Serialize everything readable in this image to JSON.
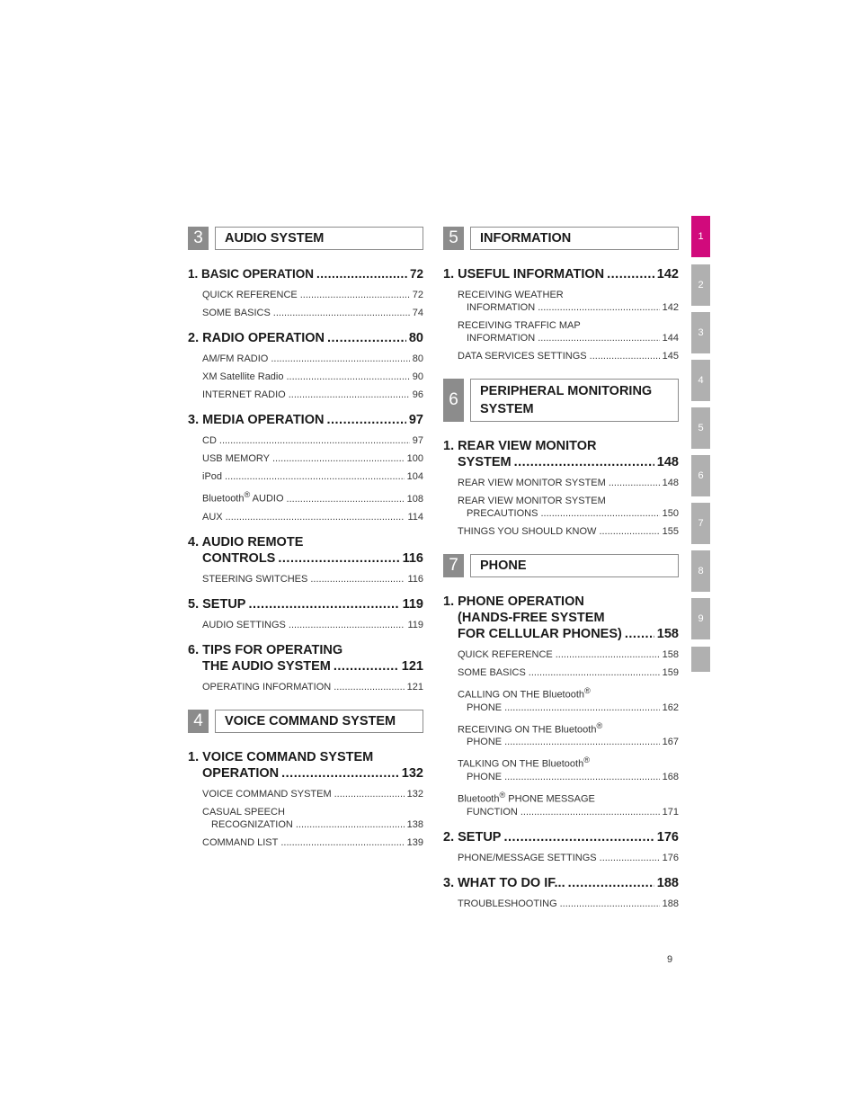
{
  "page_number": "9",
  "tabs": [
    "1",
    "2",
    "3",
    "4",
    "5",
    "6",
    "7",
    "8",
    "9"
  ],
  "sections": {
    "s3": {
      "num": "3",
      "title": "AUDIO SYSTEM",
      "c1": {
        "label": "1. BASIC OPERATION",
        "page": "72"
      },
      "c1e1": {
        "label": "QUICK REFERENCE",
        "page": "72"
      },
      "c1e2": {
        "label": "SOME BASICS",
        "page": "74"
      },
      "c2": {
        "label": "2. RADIO OPERATION",
        "page": "80"
      },
      "c2e1": {
        "label": "AM/FM RADIO",
        "page": "80"
      },
      "c2e2": {
        "label": "XM Satellite Radio",
        "page": "90"
      },
      "c2e3": {
        "label": "INTERNET RADIO",
        "page": "96"
      },
      "c3": {
        "label": "3. MEDIA OPERATION",
        "page": "97"
      },
      "c3e1": {
        "label": "CD",
        "page": "97"
      },
      "c3e2": {
        "label": "USB MEMORY",
        "page": "100"
      },
      "c3e3": {
        "label": "iPod",
        "page": "104"
      },
      "c3e4": {
        "label_pre": "Bluetooth",
        "sup": "®",
        "label_post": " AUDIO",
        "page": "108"
      },
      "c3e5": {
        "label": "AUX",
        "page": "114"
      },
      "c4": {
        "line1": "4. AUDIO REMOTE",
        "line2": "CONTROLS",
        "page": "116"
      },
      "c4e1": {
        "label": "STEERING SWITCHES",
        "page": "116"
      },
      "c5": {
        "label": "5. SETUP",
        "page": "119"
      },
      "c5e1": {
        "label": "AUDIO SETTINGS",
        "page": "119"
      },
      "c6": {
        "line1": "6. TIPS FOR OPERATING",
        "line2": "THE AUDIO SYSTEM",
        "page": "121"
      },
      "c6e1": {
        "label": "OPERATING INFORMATION",
        "page": "121"
      }
    },
    "s4": {
      "num": "4",
      "title": "VOICE COMMAND SYSTEM",
      "c1": {
        "line1": "1. VOICE COMMAND SYSTEM",
        "line2": "OPERATION",
        "page": "132"
      },
      "c1e1": {
        "label": "VOICE COMMAND SYSTEM",
        "page": "132"
      },
      "c1e2": {
        "line1": "CASUAL SPEECH",
        "line2": "RECOGNIZATION",
        "page": "138"
      },
      "c1e3": {
        "label": "COMMAND LIST",
        "page": "139"
      }
    },
    "s5": {
      "num": "5",
      "title": "INFORMATION",
      "c1": {
        "label": "1. USEFUL INFORMATION",
        "page": "142"
      },
      "c1e1": {
        "line1": "RECEIVING WEATHER",
        "line2": "INFORMATION",
        "page": "142"
      },
      "c1e2": {
        "line1": "RECEIVING TRAFFIC MAP",
        "line2": "INFORMATION",
        "page": "144"
      },
      "c1e3": {
        "label": "DATA SERVICES SETTINGS",
        "page": "145"
      }
    },
    "s6": {
      "num": "6",
      "title_line1": "PERIPHERAL MONITORING",
      "title_line2": "SYSTEM",
      "c1": {
        "line1": "1. REAR VIEW MONITOR",
        "line2": "SYSTEM",
        "page": "148"
      },
      "c1e1": {
        "label": "REAR VIEW MONITOR SYSTEM",
        "page": "148"
      },
      "c1e2": {
        "line1": "REAR VIEW MONITOR SYSTEM",
        "line2": "PRECAUTIONS",
        "page": "150"
      },
      "c1e3": {
        "label": "THINGS YOU SHOULD KNOW",
        "page": "155"
      }
    },
    "s7": {
      "num": "7",
      "title": "PHONE",
      "c1": {
        "line1": "1. PHONE OPERATION",
        "line2": "(HANDS-FREE SYSTEM",
        "line3": "FOR CELLULAR PHONES)",
        "page": "158"
      },
      "c1e1": {
        "label": "QUICK REFERENCE",
        "page": "158"
      },
      "c1e2": {
        "label": "SOME BASICS",
        "page": "159"
      },
      "c1e3": {
        "line1_pre": "CALLING ON THE Bluetooth",
        "sup": "®",
        "line2": "PHONE",
        "page": "162"
      },
      "c1e4": {
        "line1_pre": "RECEIVING ON THE Bluetooth",
        "sup": "®",
        "line2": "PHONE",
        "page": "167"
      },
      "c1e5": {
        "line1_pre": "TALKING ON THE Bluetooth",
        "sup": "®",
        "line2": "PHONE",
        "page": "168"
      },
      "c1e6": {
        "line1_pre": "Bluetooth",
        "sup": "®",
        "line1_post": " PHONE MESSAGE",
        "line2": "FUNCTION",
        "page": "171"
      },
      "c2": {
        "label": "2. SETUP",
        "page": "176"
      },
      "c2e1": {
        "label": "PHONE/MESSAGE SETTINGS",
        "page": "176"
      },
      "c3": {
        "label": "3. WHAT TO DO IF...",
        "page": "188"
      },
      "c3e1": {
        "label": "TROUBLESHOOTING",
        "page": "188"
      }
    }
  }
}
